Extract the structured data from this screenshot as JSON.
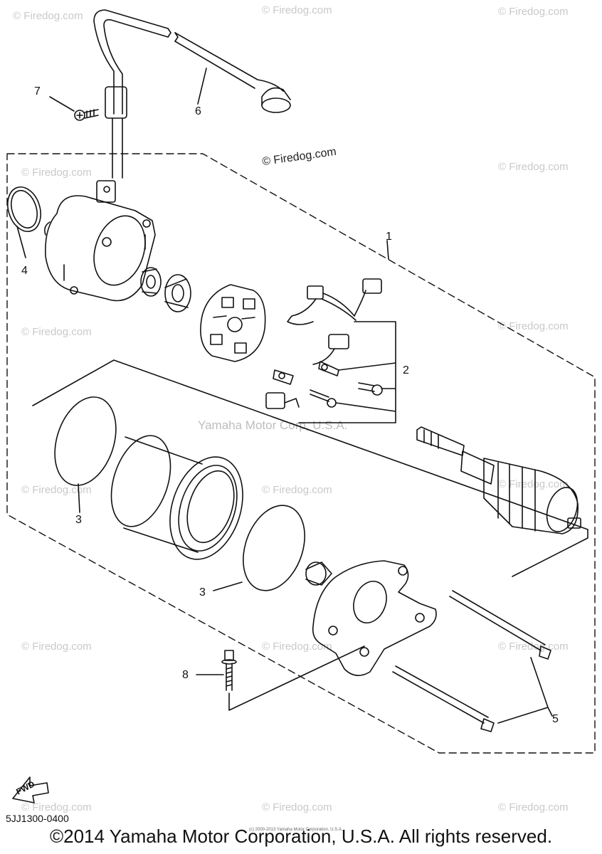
{
  "watermarks": {
    "site": "© Firedog.com",
    "center_label": "© Firedog.com",
    "trademark": "Yamaha Motor Corp, U.S.A."
  },
  "callouts": [
    "1",
    "2",
    "3",
    "3",
    "4",
    "5",
    "6",
    "7",
    "8"
  ],
  "drawing_code": "5JJ1300-0400",
  "fwd_label": "FWD",
  "copyright": "©2014 Yamaha Motor Corporation, U.S.A. All rights reserved.",
  "fine_print": "(c) 2000-2013 Yamaha Motor Corporation, U.S.A."
}
